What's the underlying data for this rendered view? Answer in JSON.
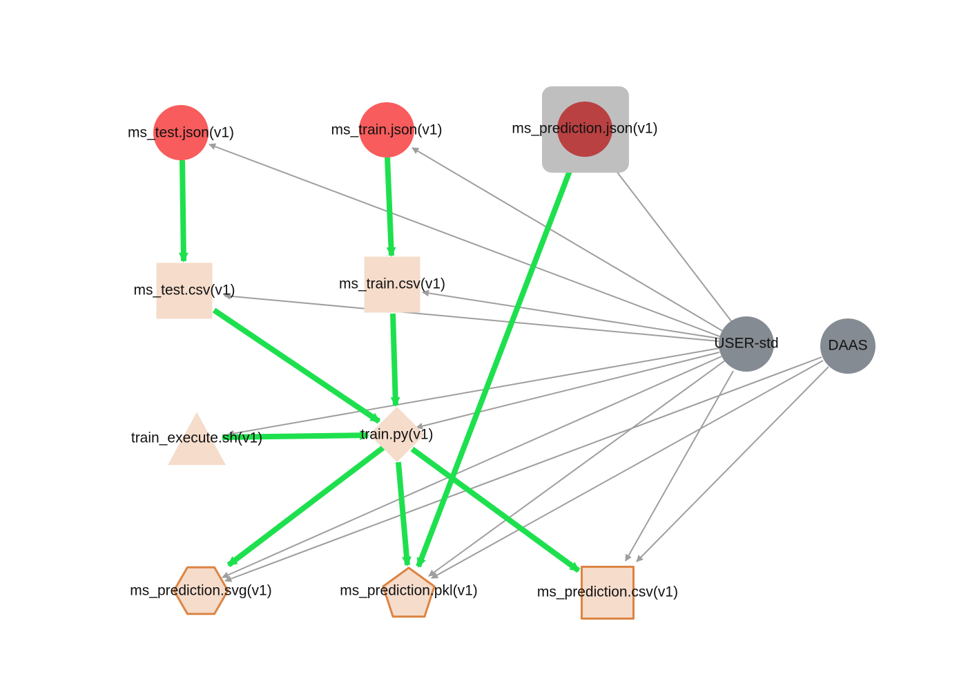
{
  "graph": {
    "colors": {
      "lineage_edge": "#1ee04e",
      "ownership_edge": "#9e9e9e",
      "json_node": "#f85c5c",
      "json_node_selected": "#b94141",
      "selection_box": "#bfbfbf",
      "artifact_fill": "#f5dccb",
      "output_stroke": "#dc8442",
      "agent_node": "#858b92"
    },
    "nodes": [
      {
        "id": "ms_test_json",
        "label": "ms_test.json(v1)",
        "shape": "circle",
        "kind": "json"
      },
      {
        "id": "ms_train_json",
        "label": "ms_train.json(v1)",
        "shape": "circle",
        "kind": "json"
      },
      {
        "id": "ms_prediction_json",
        "label": "ms_prediction.json(v1)",
        "shape": "circle",
        "kind": "json",
        "selected": true
      },
      {
        "id": "ms_test_csv",
        "label": "ms_test.csv(v1)",
        "shape": "square",
        "kind": "artifact"
      },
      {
        "id": "ms_train_csv",
        "label": "ms_train.csv(v1)",
        "shape": "square",
        "kind": "artifact"
      },
      {
        "id": "train_execute_sh",
        "label": "train_execute.sh(v1)",
        "shape": "triangle",
        "kind": "artifact"
      },
      {
        "id": "train_py",
        "label": "train.py(v1)",
        "shape": "diamond",
        "kind": "artifact"
      },
      {
        "id": "ms_prediction_svg",
        "label": "ms_prediction.svg(v1)",
        "shape": "hexagon",
        "kind": "output"
      },
      {
        "id": "ms_prediction_pkl",
        "label": "ms_prediction.pkl(v1)",
        "shape": "pentagon",
        "kind": "output"
      },
      {
        "id": "ms_prediction_csv",
        "label": "ms_prediction.csv(v1)",
        "shape": "square",
        "kind": "output"
      },
      {
        "id": "user_std",
        "label": "USER-std",
        "shape": "circle",
        "kind": "agent"
      },
      {
        "id": "daas",
        "label": "DAAS",
        "shape": "circle",
        "kind": "agent"
      }
    ],
    "edges": [
      {
        "from": "ms_test_json",
        "to": "ms_test_csv",
        "type": "lineage"
      },
      {
        "from": "ms_train_json",
        "to": "ms_train_csv",
        "type": "lineage"
      },
      {
        "from": "ms_test_csv",
        "to": "train_py",
        "type": "lineage"
      },
      {
        "from": "ms_train_csv",
        "to": "train_py",
        "type": "lineage"
      },
      {
        "from": "train_execute_sh",
        "to": "train_py",
        "type": "lineage"
      },
      {
        "from": "train_py",
        "to": "ms_prediction_svg",
        "type": "lineage"
      },
      {
        "from": "train_py",
        "to": "ms_prediction_pkl",
        "type": "lineage"
      },
      {
        "from": "train_py",
        "to": "ms_prediction_csv",
        "type": "lineage"
      },
      {
        "from": "ms_prediction_json",
        "to": "ms_prediction_pkl",
        "type": "lineage"
      },
      {
        "from": "user_std",
        "to": "ms_test_json",
        "type": "ownership"
      },
      {
        "from": "user_std",
        "to": "ms_train_json",
        "type": "ownership"
      },
      {
        "from": "user_std",
        "to": "ms_prediction_json",
        "type": "ownership"
      },
      {
        "from": "user_std",
        "to": "ms_test_csv",
        "type": "ownership"
      },
      {
        "from": "user_std",
        "to": "ms_train_csv",
        "type": "ownership"
      },
      {
        "from": "user_std",
        "to": "train_execute_sh",
        "type": "ownership"
      },
      {
        "from": "user_std",
        "to": "train_py",
        "type": "ownership"
      },
      {
        "from": "user_std",
        "to": "ms_prediction_svg",
        "type": "ownership"
      },
      {
        "from": "user_std",
        "to": "ms_prediction_pkl",
        "type": "ownership"
      },
      {
        "from": "user_std",
        "to": "ms_prediction_csv",
        "type": "ownership"
      },
      {
        "from": "daas",
        "to": "ms_prediction_svg",
        "type": "ownership"
      },
      {
        "from": "daas",
        "to": "ms_prediction_pkl",
        "type": "ownership"
      },
      {
        "from": "daas",
        "to": "ms_prediction_csv",
        "type": "ownership"
      }
    ]
  }
}
